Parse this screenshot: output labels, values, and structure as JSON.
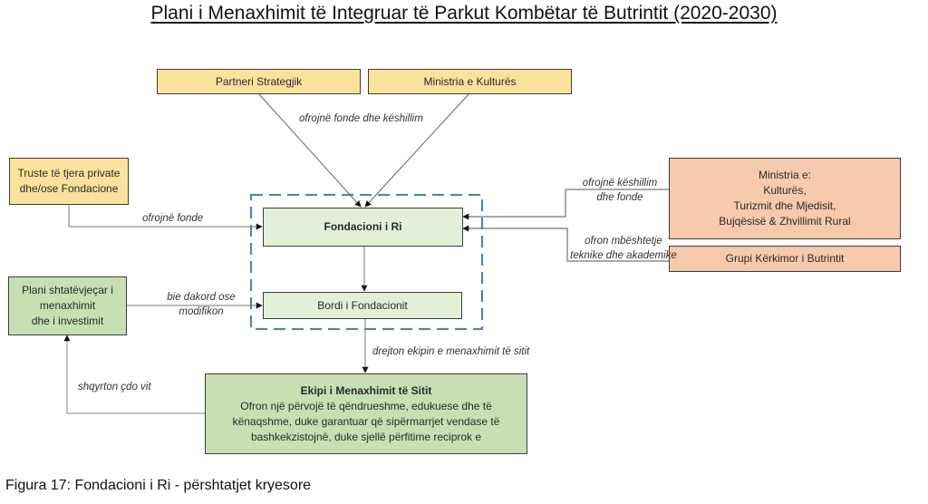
{
  "title": "Plani i Menaxhimit të Integruar të Parkut Kombëtar të Butrintit (2020-2030)",
  "caption": "Figura 17: Fondacioni i Ri - përshtatjet kryesore",
  "colors": {
    "funder_yellow": "#fbe29c",
    "ministry_peach": "#f7c9ad",
    "foundation_green_light": "#e3efd6",
    "plan_green": "#c7dfb2",
    "dashed_border_blue": "#5a82ad"
  },
  "nodes": {
    "partneri": "Partneri Strategjik",
    "ministria_kultures": "Ministria e Kulturës",
    "truste": [
      "Truste të tjera private",
      "dhe/ose Fondacione"
    ],
    "fondacioni": "Fondacioni i Ri",
    "bordi": "Bordi i Fondacionit",
    "ministria_e": [
      "Ministria e:",
      "Kulturës,",
      "Turizmit dhe Mjedisit,",
      "Bujqësisë & Zhvillimit Rural"
    ],
    "grupi": "Grupi Kërkimor i Butrintit",
    "plani": [
      "Plani shtatëvjeçar i",
      "menaxhimit",
      "dhe i investimit"
    ],
    "ekipi": {
      "title": "Ekipi i Menaxhimit të Sitit",
      "body": "Ofron një përvojë të qëndrueshme, edukuese dhe të kënaqshme, duke garantuar që sipërmarrjet vendase të bashkekzistojnë, duke sjellë përfitime reciprok e"
    }
  },
  "edges": {
    "funds_and_advice": "ofrojnë fonde dhe këshillim",
    "funds": "ofrojnë fonde",
    "advice_and_funds": [
      "ofrojnë këshillim",
      "dhe fonde"
    ],
    "tech_support": [
      "ofron mbështetje",
      "teknike dhe akademike"
    ],
    "agree_modify": [
      "bie dakord ose",
      "modifikon"
    ],
    "directs_team": "drejton ekipin e menaxhimit të sitit",
    "reviews_yearly": "shqyrton çdo vit"
  }
}
